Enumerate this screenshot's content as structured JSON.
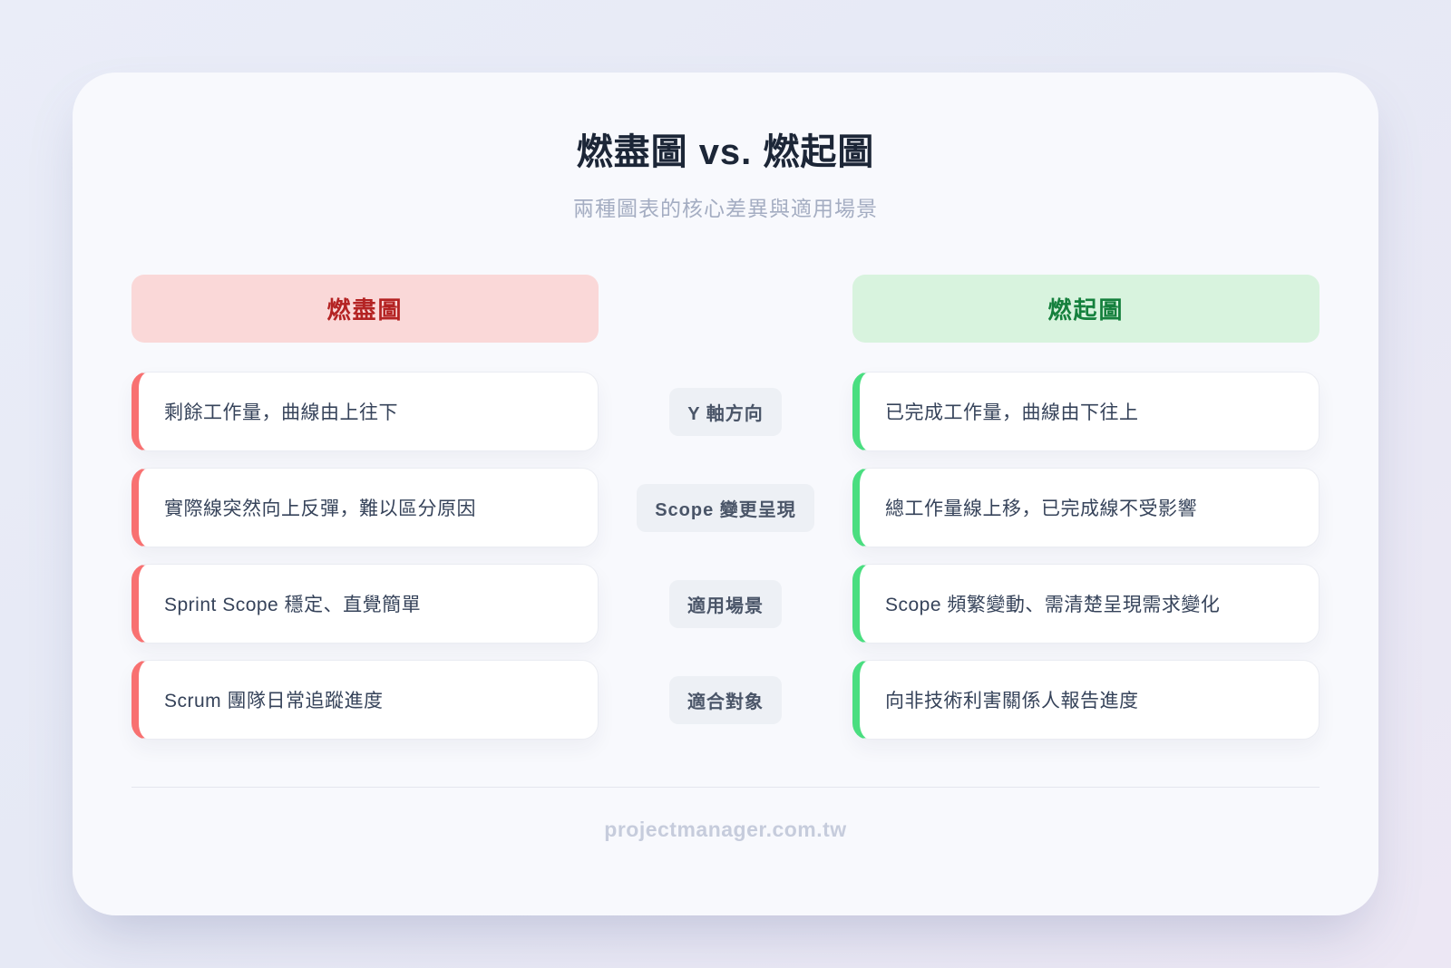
{
  "title": "燃盡圖 vs. 燃起圖",
  "subtitle": "兩種圖表的核心差異與適用場景",
  "columns": {
    "left": {
      "header": "燃盡圖",
      "accent": "#f87171",
      "header_bg": "#fad8d8",
      "header_text": "#b42323"
    },
    "right": {
      "header": "燃起圖",
      "accent": "#4ade80",
      "header_bg": "#d8f3de",
      "header_text": "#15803d"
    }
  },
  "rows": [
    {
      "label": "Y 軸方向",
      "left": "剩餘工作量，曲線由上往下",
      "right": "已完成工作量，曲線由下往上"
    },
    {
      "label": "Scope 變更呈現",
      "left": "實際線突然向上反彈，難以區分原因",
      "right": "總工作量線上移，已完成線不受影響"
    },
    {
      "label": "適用場景",
      "left": "Sprint Scope 穩定、直覺簡單",
      "right": "Scope 頻繁變動、需清楚呈現需求變化"
    },
    {
      "label": "適合對象",
      "left": "Scrum 團隊日常追蹤進度",
      "right": "向非技術利害關係人報告進度"
    }
  ],
  "footer": "projectmanager.com.tw"
}
